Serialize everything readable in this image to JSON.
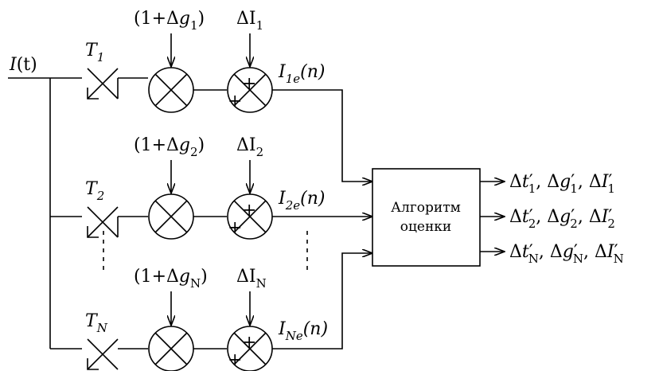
{
  "diagram": {
    "input": {
      "name": "I",
      "arg": "(t)"
    },
    "channels": [
      {
        "switch": {
          "base": "T",
          "sub": "1"
        },
        "gain": {
          "open": "(1+Δ",
          "g": "g",
          "sub": "1",
          "close": ")"
        },
        "offset": {
          "base": "ΔI",
          "sub": "1"
        },
        "output": {
          "base": "I",
          "sub": "1e",
          "arg": "(n)"
        },
        "adder_signs": {
          "top": "+",
          "left": "+"
        }
      },
      {
        "switch": {
          "base": "T",
          "sub": "2"
        },
        "gain": {
          "open": "(1+Δ",
          "g": "g",
          "sub": "2",
          "close": ")"
        },
        "offset": {
          "base": "ΔI",
          "sub": "2"
        },
        "output": {
          "base": "I",
          "sub": "2e",
          "arg": "(n)"
        },
        "adder_signs": {
          "top": "+",
          "left": "+"
        }
      },
      {
        "switch": {
          "base": "T",
          "sub": "N"
        },
        "gain": {
          "open": "(1+Δ",
          "g": "g",
          "sub": "N",
          "close": ")"
        },
        "offset": {
          "base": "ΔI",
          "sub": "N"
        },
        "output": {
          "base": "I",
          "sub": "Ne",
          "arg": "(n)"
        },
        "adder_signs": {
          "top": "+",
          "left": "+"
        }
      }
    ],
    "algorithm_block": {
      "line1": "Алгоритм",
      "line2": "оценки"
    },
    "outputs": [
      {
        "dt_sub": "1",
        "dg_sub": "1",
        "dI_sub": "1"
      },
      {
        "dt_sub": "2",
        "dg_sub": "2",
        "dI_sub": "2"
      },
      {
        "dt_sub": "N",
        "dg_sub": "N",
        "dI_sub": "N"
      }
    ],
    "output_symbols": {
      "delta": "Δ",
      "t": "t",
      "g": "g",
      "I": "I",
      "prime": "′",
      "sep": ", "
    }
  }
}
